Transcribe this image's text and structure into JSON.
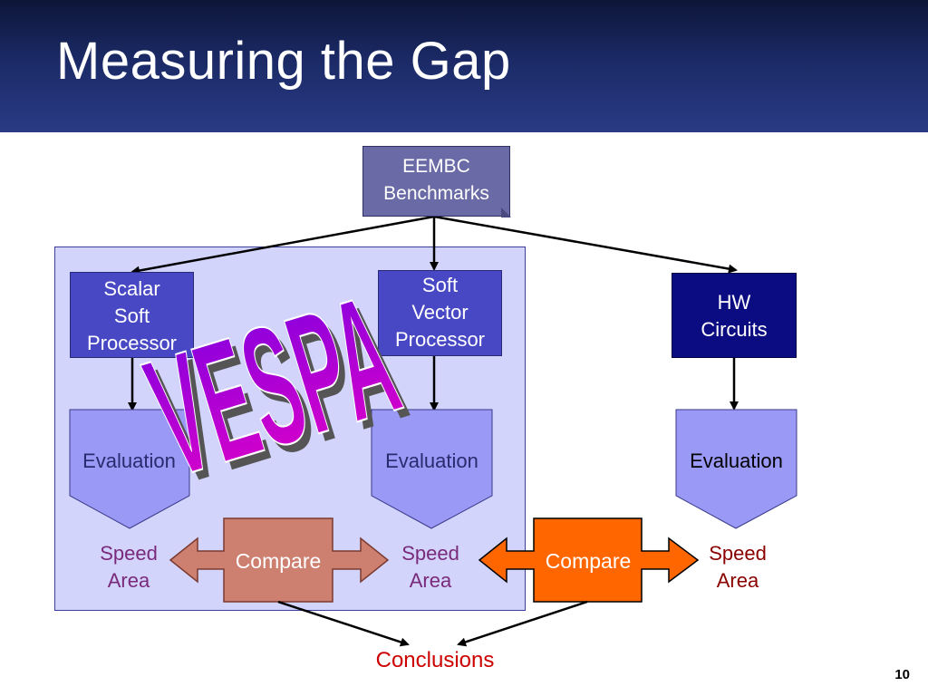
{
  "slide": {
    "title": "Measuring the Gap",
    "page_number": "10"
  },
  "diagram": {
    "eembc": {
      "line1": "EEMBC",
      "line2": "Benchmarks"
    },
    "scalar": {
      "line1": "Scalar",
      "line2": "Soft",
      "line3": "Processor"
    },
    "soft_vector": {
      "line1": "Soft",
      "line2": "Vector",
      "line3": "Processor"
    },
    "hw": {
      "line1": "HW",
      "line2": "Circuits"
    },
    "evaluation_left": "Evaluation",
    "evaluation_mid": "Evaluation",
    "evaluation_right": "Evaluation",
    "speed_area_left": {
      "line1": "Speed",
      "line2": "Area"
    },
    "speed_area_mid": {
      "line1": "Speed",
      "line2": "Area"
    },
    "speed_area_right": {
      "line1": "Speed",
      "line2": "Area"
    },
    "compare_left": "Compare",
    "compare_right": "Compare",
    "conclusions": "Conclusions",
    "vespa": "VESPA"
  },
  "colors": {
    "panel": "#d2d4fb",
    "compare_left": "#cd7f70",
    "compare_right": "#ff6600",
    "vespa_fill": "#cc00cc",
    "conclusions": "#cc0000"
  }
}
